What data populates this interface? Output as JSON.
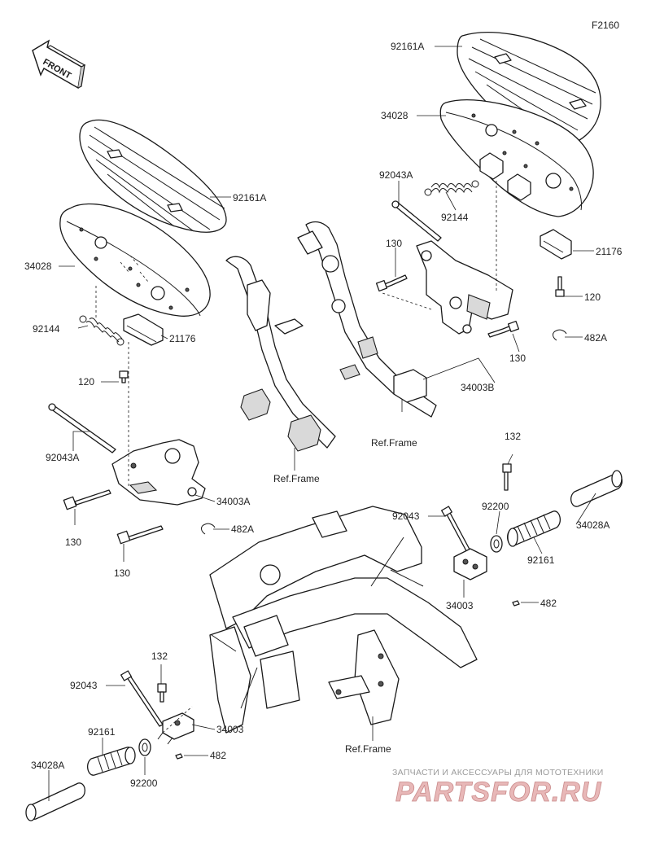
{
  "figure_code": "F2160",
  "front_label": "FRONT",
  "watermark": {
    "tagline": "ЗАПЧАСТИ И АКСЕССУАРЫ ДЛЯ МОТОТЕХНИКИ",
    "brand": "PARTSFOR.RU"
  },
  "labels": {
    "l_92161A_top": "92161A",
    "l_34028_top": "34028",
    "l_92043A_right": "92043A",
    "l_92144_right": "92144",
    "l_130_right": "130",
    "l_21176_right": "21176",
    "l_120_right": "120",
    "l_482A_right": "482A",
    "l_130_right2": "130",
    "l_34003B": "34003B",
    "l_ref_frame_1": "Ref.Frame",
    "l_92161A_left": "92161A",
    "l_34028_left": "34028",
    "l_92144_left": "92144",
    "l_21176_left": "21176",
    "l_120_left": "120",
    "l_92043A_left": "92043A",
    "l_34003A": "34003A",
    "l_130_left1": "130",
    "l_482A_left": "482A",
    "l_130_left2": "130",
    "l_ref_frame_2": "Ref.Frame",
    "l_132_top": "132",
    "l_92043_top": "92043",
    "l_92200_top": "92200",
    "l_34028A_top": "34028A",
    "l_92161_top": "92161",
    "l_34003_top": "34003",
    "l_482_top": "482",
    "l_132_bottom": "132",
    "l_92043_bottom": "92043",
    "l_34003_bottom": "34003",
    "l_92161_bottom": "92161",
    "l_34028A_bottom": "34028A",
    "l_92200_bottom": "92200",
    "l_482_bottom": "482",
    "l_ref_frame_3": "Ref.Frame"
  }
}
